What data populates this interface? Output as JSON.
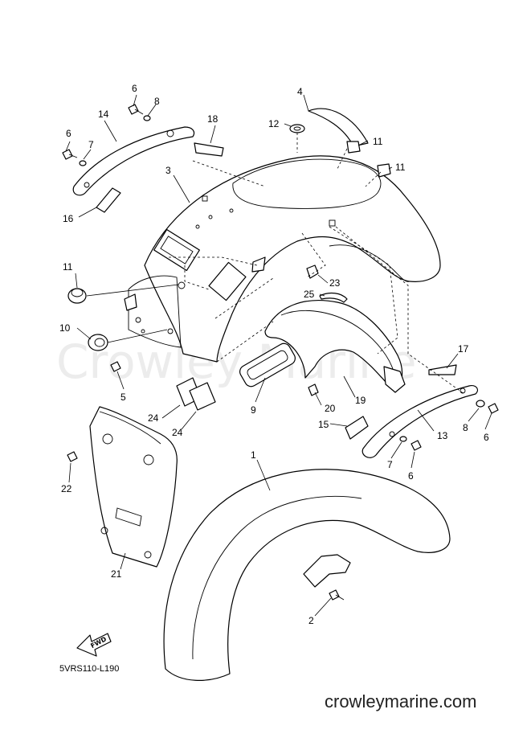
{
  "diagram": {
    "watermark": "Crowley Marine",
    "drawing_code": "5VRS110-L190",
    "website": "crowleymarine.com",
    "direction_tag": "FWD",
    "callouts": [
      "1",
      "2",
      "3",
      "4",
      "5",
      "6",
      "6",
      "6",
      "6",
      "7",
      "7",
      "8",
      "8",
      "9",
      "10",
      "11",
      "11",
      "11",
      "12",
      "13",
      "14",
      "15",
      "16",
      "17",
      "18",
      "19",
      "20",
      "21",
      "22",
      "23",
      "24",
      "24",
      "25"
    ]
  }
}
